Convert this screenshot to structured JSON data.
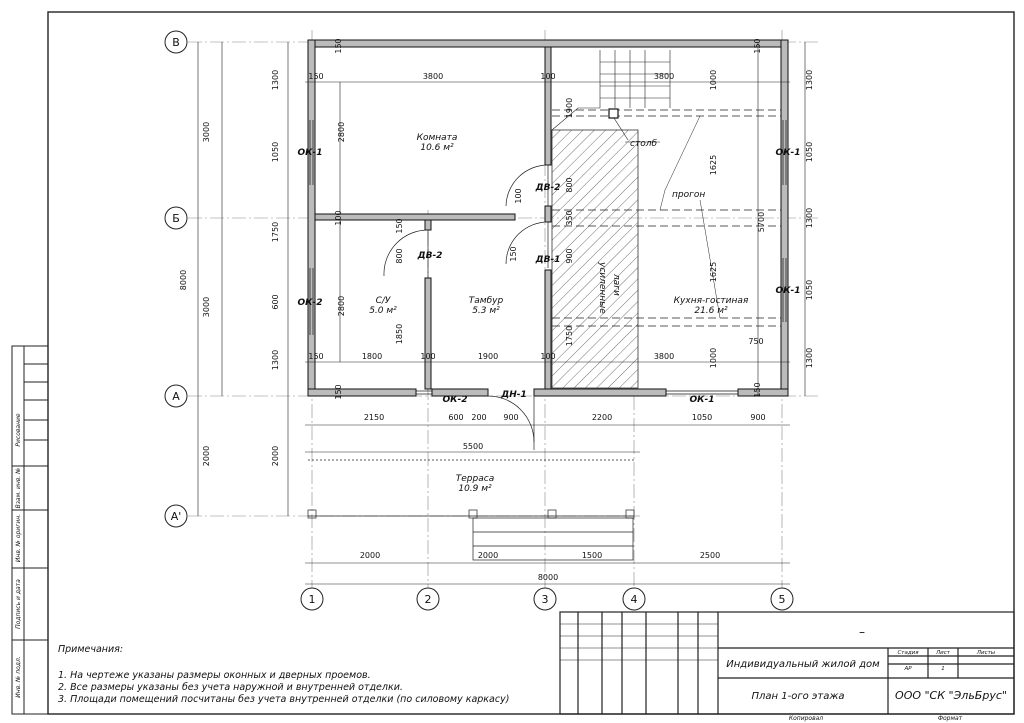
{
  "axes": {
    "rows": [
      "В",
      "Б",
      "А",
      "А'"
    ],
    "cols": [
      "1",
      "2",
      "3",
      "4",
      "5"
    ]
  },
  "rooms": [
    {
      "name": "Комната",
      "area": "10.6 м²"
    },
    {
      "name": "С/У",
      "area": "5.0 м²"
    },
    {
      "name": "Тамбур",
      "area": "5.3 м²"
    },
    {
      "name": "Кухня-гостиная",
      "area": "21.6 м²"
    },
    {
      "name": "Терраса",
      "area": "10.9 м²"
    }
  ],
  "labels": {
    "ok1": "ОК-1",
    "ok2": "ОК-2",
    "dv1": "ДВ-1",
    "dv2": "ДВ-2",
    "dn1": "ДН-1",
    "stolb": "столб",
    "progon": "прогон",
    "lagi1": "усиленные",
    "lagi2": "лаги"
  },
  "dims": {
    "top": [
      "150",
      "3800",
      "100",
      "3800"
    ],
    "mid": [
      "150",
      "1800",
      "100",
      "1900",
      "100",
      "3800"
    ],
    "bottom1": [
      "2150",
      "600",
      "200",
      "900",
      "2200",
      "1050",
      "900"
    ],
    "span5500": "5500",
    "bottom2": [
      "2000",
      "2000",
      "1500",
      "2500"
    ],
    "total": "8000",
    "left_outer": [
      "3000",
      "3000",
      "2000"
    ],
    "left_outer_total": "8000",
    "left_inner": [
      "1300",
      "1050",
      "1750",
      "600",
      "1300",
      "2000"
    ],
    "left_wall": [
      "2800",
      "2800"
    ],
    "right_inner": [
      "1300",
      "1050",
      "1300",
      "1050",
      "1300"
    ],
    "right_total": "5700",
    "misc": [
      "150",
      "150",
      "100",
      "150",
      "150",
      "1900",
      "800",
      "350",
      "900",
      "1750",
      "1000",
      "1625",
      "1625",
      "1000",
      "750",
      "800",
      "150",
      "1850",
      "100",
      "100",
      "150",
      "150"
    ]
  },
  "notes": {
    "heading": "Примечания:",
    "items": [
      "1. На чертеже указаны размеры оконных и дверных проемов.",
      "2. Все размеры указаны без учета наружной и внутренней отделки.",
      "3. Площади помещений посчитаны без учета внутренней отделки (по силовому каркасу)"
    ]
  },
  "side_stamp": [
    "Рисование",
    "Инв. № оригин.",
    "Подпись и дата",
    "Взам. инв. №",
    "Инв. № подл."
  ],
  "titleblock": {
    "dash": "–",
    "object": "Индивидуальный жилой дом",
    "sheet_title": "План 1-ого этажа",
    "company": "ООО \"СК \"ЭльБрус\"",
    "stage_h": "Стадия",
    "sheet_h": "Лист",
    "sheets_h": "Листы",
    "stage": "АР",
    "sheet": "1",
    "sheets": "",
    "copied": "Копировал",
    "format": "Формат"
  }
}
